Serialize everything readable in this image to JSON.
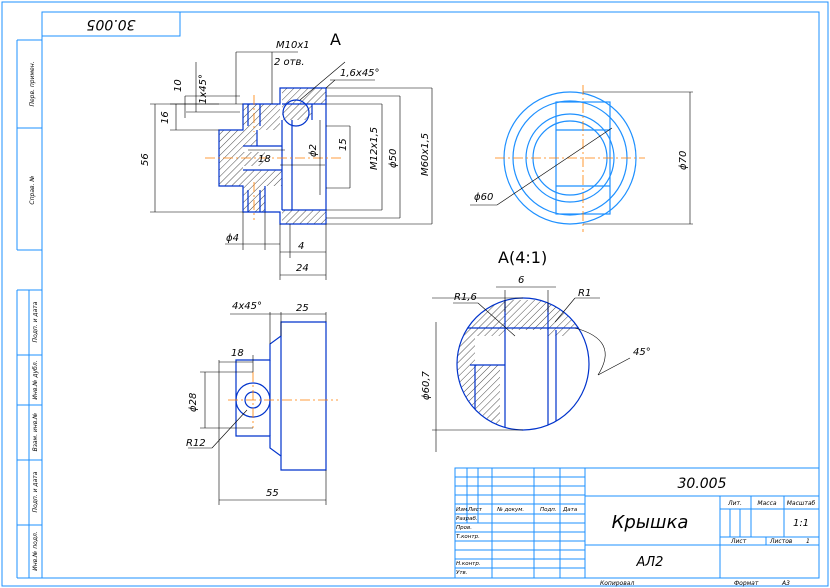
{
  "stamp": {
    "code_rotated": "30.005"
  },
  "side_strip": {
    "labels": [
      "Перв. примен.",
      "Справ. №",
      "Подп. и дата",
      "Инв.№ дубл.",
      "Взам. инв.№",
      "Подп. и дата",
      "Инв.№ подл."
    ]
  },
  "view_main": {
    "callout_label": "A",
    "dims": {
      "thread_m10": "M10x1",
      "holes_count": "2 отв.",
      "chamfer_16": "1,6x45°",
      "dim_10": "10",
      "chamfer_1": "1x45°",
      "dim_16": "16",
      "dim_56": "56",
      "dim_18": "18",
      "dia_2": "ϕ2",
      "dim_15": "15",
      "thread_m12": "M12x1,5",
      "dia_50": "ϕ50",
      "thread_m60": "M60x1,5",
      "dia_4": "ϕ4",
      "dim_4": "4",
      "dim_24": "24"
    }
  },
  "view_right": {
    "dims": {
      "dia_70": "ϕ70",
      "dia_60": "ϕ60"
    }
  },
  "view_bottom": {
    "dims": {
      "chamfer_4": "4x45°",
      "dim_25": "25",
      "dim_18": "18",
      "dia_28": "ϕ28",
      "r_12": "R12",
      "dim_55": "55"
    }
  },
  "detail_a": {
    "title": "A(4:1)",
    "dims": {
      "dim_6": "6",
      "r_16": "R1,6",
      "r_1": "R1",
      "angle_45": "45°",
      "dia_607": "ϕ60,7"
    }
  },
  "title_block": {
    "designation": "30.005",
    "part_name": "Крышка",
    "material": "АЛ2",
    "header_lit": "Лит.",
    "header_mass": "Масса",
    "header_scale": "Масштаб",
    "scale_value": "1:1",
    "sheet_label": "Лист",
    "sheets_label": "Листов",
    "sheets_value": "1",
    "col_izm": "Изм.",
    "col_list": "Лист",
    "col_docnum": "№ докум.",
    "col_sign": "Подп.",
    "col_date": "Дата",
    "row_razrab": "Разраб.",
    "row_prov": "Пров.",
    "row_tkontr": "Т.контр.",
    "row_nkontr": "Н.контр.",
    "row_utv": "Утв.",
    "copied": "Копировал",
    "format_label": "Формат",
    "format_value": "A3"
  },
  "colors": {
    "outline": "#0033cc",
    "frame": "#1e90ff",
    "center": "#ff7f00",
    "dim": "#000000"
  }
}
